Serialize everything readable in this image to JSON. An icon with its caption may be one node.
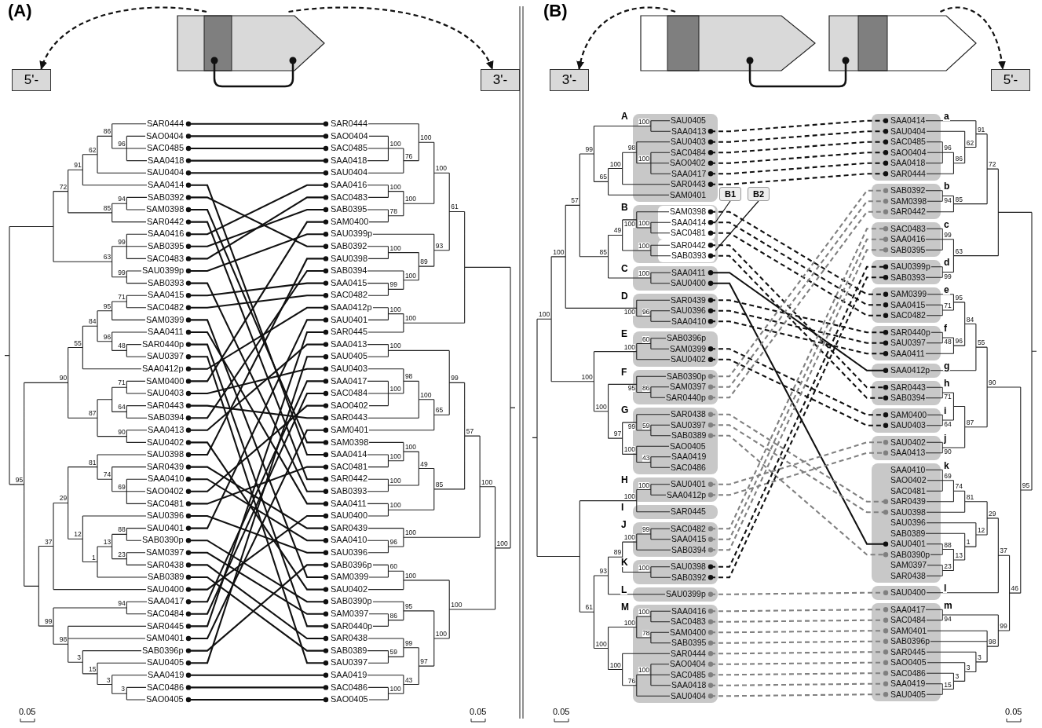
{
  "diagram": {
    "nodes": [
      {
        "text": [
          "5'-"
        ]
      },
      {
        "text": [],
        "shape": "picture"
      },
      {
        "text": [
          "3'-"
        ]
      },
      {
        "text": [
          "3'-"
        ]
      },
      {
        "text": [],
        "shape": "picture"
      },
      {
        "text": [],
        "shape": "picture"
      },
      {
        "text": [
          "5'-"
        ]
      },
      {
        "text": [
          "SAR0444"
        ]
      },
      {
        "text": [
          "SAO0404"
        ]
      },
      {
        "text": [
          "SAC0485"
        ]
      },
      {
        "text": [
          "SAA0418"
        ]
      },
      {
        "text": [
          "SAU0404"
        ]
      },
      {
        "text": [
          "SAA0414"
        ]
      },
      {
        "text": [
          "SAB0392"
        ]
      },
      {
        "text": [
          "SAM0398"
        ]
      },
      {
        "text": [
          "SAR0442"
        ]
      },
      {
        "text": [
          "SAA0416"
        ]
      },
      {
        "text": [
          "SAB0395"
        ]
      },
      {
        "text": [
          "SAC0483"
        ]
      },
      {
        "text": [
          "SAU0399p"
        ]
      },
      {
        "text": [
          "SAB0393"
        ]
      },
      {
        "text": [
          "SAA0415"
        ]
      },
      {
        "text": [
          "SAC0482"
        ]
      },
      {
        "text": [
          "SAM0399"
        ]
      },
      {
        "text": [
          "SAA0411"
        ]
      },
      {
        "text": [
          "SAR0440p"
        ]
      },
      {
        "text": [
          "SAU0397"
        ]
      },
      {
        "text": [
          "SAA0412p"
        ]
      },
      {
        "text": [
          "SAM0400"
        ]
      },
      {
        "text": [
          "SAU0403"
        ]
      },
      {
        "text": [
          "SAR0443"
        ]
      },
      {
        "text": [
          "SAB0394"
        ]
      },
      {
        "text": [
          "SAA0413"
        ]
      },
      {
        "text": [
          "SAU0402"
        ]
      },
      {
        "text": [
          "SAU0398"
        ]
      },
      {
        "text": [
          "SAR0439"
        ]
      },
      {
        "text": [
          "SAA0410"
        ]
      },
      {
        "text": [
          "SAO0402"
        ]
      },
      {
        "text": [
          "SAC0481"
        ]
      },
      {
        "text": [
          "SAU0396"
        ]
      },
      {
        "text": [
          "SAU0401"
        ]
      },
      {
        "text": [
          "SAB0390p"
        ]
      },
      {
        "text": [
          "SAM0397"
        ]
      },
      {
        "text": [
          "SAR0438"
        ]
      },
      {
        "text": [
          "SAB0389"
        ]
      },
      {
        "text": [
          "SAU0400"
        ]
      },
      {
        "text": [
          "SAA0417"
        ]
      },
      {
        "text": [
          "SAC0484"
        ]
      },
      {
        "text": [
          "SAR0445"
        ]
      },
      {
        "text": [
          "SAM0401"
        ]
      },
      {
        "text": [
          "SAB0396p"
        ]
      },
      {
        "text": [
          "SAU0405"
        ]
      },
      {
        "text": [
          "SAA0419"
        ]
      },
      {
        "text": [
          "SAC0486"
        ]
      },
      {
        "text": [
          "SAO0405"
        ]
      },
      {
        "text": [
          "SAR0444"
        ]
      },
      {
        "text": [
          "SAO0404"
        ]
      },
      {
        "text": [
          "SAC0485"
        ]
      },
      {
        "text": [
          "SAA0418"
        ]
      },
      {
        "text": [
          "SAU0404"
        ]
      },
      {
        "text": [
          "SAA0416"
        ]
      },
      {
        "text": [
          "SAC0483"
        ]
      },
      {
        "text": [
          "SAB0395"
        ]
      },
      {
        "text": [
          "SAM0400"
        ]
      },
      {
        "text": [
          "SAU0399p"
        ]
      },
      {
        "text": [
          "SAB0392"
        ]
      },
      {
        "text": [
          "SAU0398"
        ]
      },
      {
        "text": [
          "SAB0394"
        ]
      },
      {
        "text": [
          "SAA0415"
        ]
      },
      {
        "text": [
          "SAC0482"
        ]
      },
      {
        "text": [
          "SAA0412p"
        ]
      },
      {
        "text": [
          "SAU0401"
        ]
      },
      {
        "text": [
          "SAR0445"
        ]
      },
      {
        "text": [
          "SAA0413"
        ]
      },
      {
        "text": [
          "SAU0405"
        ]
      },
      {
        "text": [
          "SAU0403"
        ]
      },
      {
        "text": [
          "SAA0417"
        ]
      },
      {
        "text": [
          "SAC0484"
        ]
      },
      {
        "text": [
          "SAO0402"
        ]
      },
      {
        "text": [
          "SAR0443"
        ]
      },
      {
        "text": [
          "SAM0401"
        ]
      },
      {
        "text": [
          "SAM0398"
        ]
      },
      {
        "text": [
          "SAA0414"
        ]
      },
      {
        "text": [
          "SAC0481"
        ]
      },
      {
        "text": [
          "SAR0442"
        ]
      },
      {
        "text": [
          "SAB0393"
        ]
      },
      {
        "text": [
          "SAA0411"
        ]
      },
      {
        "text": [
          "SAU0400"
        ]
      },
      {
        "text": [
          "SAR0439"
        ]
      },
      {
        "text": [
          "SAA0410"
        ]
      },
      {
        "text": [
          "SAU0396"
        ]
      },
      {
        "text": [
          "SAB0396p"
        ]
      },
      {
        "text": [
          "SAM0399"
        ]
      },
      {
        "text": [
          "SAU0402"
        ]
      },
      {
        "text": [
          "SAB0390p"
        ]
      },
      {
        "text": [
          "SAM0397"
        ]
      },
      {
        "text": [
          "SAR0440p"
        ]
      },
      {
        "text": [
          "SAR0438"
        ]
      },
      {
        "text": [
          "SAB0389"
        ]
      },
      {
        "text": [
          "SAU0397"
        ]
      },
      {
        "text": [
          "SAA0419"
        ]
      },
      {
        "text": [
          "SAC0486"
        ]
      },
      {
        "text": [
          "SAO0405"
        ]
      },
      {
        "text": [
          "A"
        ]
      },
      {
        "text": [
          "SAU0405"
        ],
        "in": 103
      },
      {
        "text": [
          "SAA0413"
        ],
        "in": 103
      },
      {
        "text": [
          "SAU0403"
        ],
        "in": 103
      },
      {
        "text": [
          "SAC0484"
        ],
        "in": 103
      },
      {
        "text": [
          "SAO0402"
        ],
        "in": 103
      },
      {
        "text": [
          "SAA0417"
        ],
        "in": 103
      },
      {
        "text": [
          "SAR0443"
        ],
        "in": 103
      },
      {
        "text": [
          "SAM0401"
        ],
        "in": 103
      },
      {
        "text": [
          "B"
        ]
      },
      {
        "text": [],
        "shape": "box",
        "in": 112
      },
      {
        "text": [
          "SAM0398"
        ],
        "in": 113
      },
      {
        "text": [
          "SAA0414"
        ],
        "in": 113
      },
      {
        "text": [
          "SAC0481"
        ],
        "in": 113
      },
      {
        "text": [],
        "shape": "box",
        "in": 112
      },
      {
        "text": [
          "SAR0442"
        ],
        "in": 117
      },
      {
        "text": [
          "SAB0393"
        ],
        "in": 117
      },
      {
        "text": [
          "C"
        ]
      },
      {
        "text": [
          "SAA0411"
        ],
        "in": 120
      },
      {
        "text": [
          "SAU0400"
        ],
        "in": 120
      },
      {
        "text": [
          "D"
        ]
      },
      {
        "text": [
          "SAR0439"
        ],
        "in": 123
      },
      {
        "text": [
          "SAU0396"
        ],
        "in": 123
      },
      {
        "text": [
          "SAA0410"
        ],
        "in": 123
      },
      {
        "text": [
          "E"
        ]
      },
      {
        "text": [
          "SAB0396p"
        ],
        "in": 127
      },
      {
        "text": [
          "SAM0399"
        ],
        "in": 127
      },
      {
        "text": [
          "SAU0402"
        ],
        "in": 127
      },
      {
        "text": [
          "F"
        ]
      },
      {
        "text": [
          "SAB0390p"
        ],
        "in": 131
      },
      {
        "text": [
          "SAM0397"
        ],
        "in": 131
      },
      {
        "text": [
          "SAR0440p"
        ],
        "in": 131
      },
      {
        "text": [
          "G"
        ]
      },
      {
        "text": [
          "SAR0438"
        ],
        "in": 135
      },
      {
        "text": [
          "SAU0397"
        ],
        "in": 135
      },
      {
        "text": [
          "SAB0389"
        ],
        "in": 135
      },
      {
        "text": [
          "SAO0405"
        ],
        "in": 135
      },
      {
        "text": [
          "SAA0419"
        ],
        "in": 135
      },
      {
        "text": [
          "SAC0486"
        ],
        "in": 135
      },
      {
        "text": [
          "H"
        ]
      },
      {
        "text": [
          "SAU0401"
        ],
        "in": 142
      },
      {
        "text": [
          "SAA0412p"
        ],
        "in": 142
      },
      {
        "text": [
          "I"
        ]
      },
      {
        "text": [
          "SAR0445"
        ],
        "in": 145
      },
      {
        "text": [
          "J"
        ]
      },
      {
        "text": [
          "SAC0482"
        ],
        "in": 147
      },
      {
        "text": [
          "SAA0415"
        ],
        "in": 147
      },
      {
        "text": [
          "SAB0394"
        ],
        "in": 147
      },
      {
        "text": [
          "K"
        ]
      },
      {
        "text": [
          "SAU0398"
        ],
        "in": 151
      },
      {
        "text": [
          "SAB0392"
        ],
        "in": 151
      },
      {
        "text": [
          "L"
        ]
      },
      {
        "text": [
          "SAU0399p"
        ],
        "in": 154
      },
      {
        "text": [
          "M"
        ]
      },
      {
        "text": [
          "SAA0416"
        ],
        "in": 156
      },
      {
        "text": [
          "SAC0483"
        ],
        "in": 156
      },
      {
        "text": [
          "SAM0400"
        ],
        "in": 156
      },
      {
        "text": [
          "SAB0395"
        ],
        "in": 156
      },
      {
        "text": [
          "SAR0444"
        ],
        "in": 156
      },
      {
        "text": [
          "SAO0404"
        ],
        "in": 156
      },
      {
        "text": [
          "SAC0485"
        ],
        "in": 156
      },
      {
        "text": [
          "SAA0418"
        ],
        "in": 156
      },
      {
        "text": [
          "SAU0404"
        ],
        "in": 156
      },
      {
        "text": [
          "B1"
        ]
      },
      {
        "text": [
          "B2"
        ]
      },
      {
        "text": [
          "a"
        ]
      },
      {
        "text": [
          "SAA0414"
        ],
        "in": 168
      },
      {
        "text": [
          "SAU0404"
        ],
        "in": 168
      },
      {
        "text": [
          "SAC0485"
        ],
        "in": 168
      },
      {
        "text": [
          "SAO0404"
        ],
        "in": 168
      },
      {
        "text": [
          "SAA0418"
        ],
        "in": 168
      },
      {
        "text": [
          "SAR0444"
        ],
        "in": 168
      },
      {
        "text": [
          "b"
        ]
      },
      {
        "text": [
          "SAB0392"
        ],
        "in": 175
      },
      {
        "text": [
          "SAM0398"
        ],
        "in": 175
      },
      {
        "text": [
          "SAR0442"
        ],
        "in": 175
      },
      {
        "text": [
          "c"
        ]
      },
      {
        "text": [
          "SAC0483"
        ],
        "in": 179
      },
      {
        "text": [
          "SAA0416"
        ],
        "in": 179
      },
      {
        "text": [
          "SAB0395"
        ],
        "in": 179
      },
      {
        "text": [
          "d"
        ]
      },
      {
        "text": [
          "SAU0399p"
        ],
        "in": 183
      },
      {
        "text": [
          "SAB0393"
        ],
        "in": 183
      },
      {
        "text": [
          "e"
        ]
      },
      {
        "text": [
          "SAM0399"
        ],
        "in": 186
      },
      {
        "text": [
          "SAA0415"
        ],
        "in": 186
      },
      {
        "text": [
          "SAC0482"
        ],
        "in": 186
      },
      {
        "text": [
          "f"
        ]
      },
      {
        "text": [
          "SAR0440p"
        ],
        "in": 190
      },
      {
        "text": [
          "SAU0397"
        ],
        "in": 190
      },
      {
        "text": [
          "SAA0411"
        ],
        "in": 190
      },
      {
        "text": [
          "g"
        ]
      },
      {
        "text": [
          "SAA0412p"
        ],
        "in": 194
      },
      {
        "text": [
          "h"
        ]
      },
      {
        "text": [
          "SAR0443"
        ],
        "in": 196
      },
      {
        "text": [
          "SAB0394"
        ],
        "in": 196
      },
      {
        "text": [
          "i"
        ]
      },
      {
        "text": [
          "SAM0400"
        ],
        "in": 199
      },
      {
        "text": [
          "SAU0403"
        ],
        "in": 199
      },
      {
        "text": [
          "j"
        ]
      },
      {
        "text": [
          "SAU0402"
        ],
        "in": 202
      },
      {
        "text": [
          "SAA0413"
        ],
        "in": 202
      },
      {
        "text": [
          "k"
        ]
      },
      {
        "text": [
          "SAA0410"
        ],
        "in": 205
      },
      {
        "text": [
          "SAO0402"
        ],
        "in": 205
      },
      {
        "text": [
          "SAC0481"
        ],
        "in": 205
      },
      {
        "text": [
          "SAR0439"
        ],
        "in": 205
      },
      {
        "text": [
          "SAU0398"
        ],
        "in": 205
      },
      {
        "text": [
          "SAU0396"
        ],
        "in": 205
      },
      {
        "text": [
          "SAB0389"
        ],
        "in": 205
      },
      {
        "text": [
          "SAU0401"
        ],
        "in": 205
      },
      {
        "text": [
          "SAB0390p"
        ],
        "in": 205
      },
      {
        "text": [
          "SAM0397"
        ],
        "in": 205
      },
      {
        "text": [
          "SAR0438"
        ],
        "in": 205
      },
      {
        "text": [
          "l"
        ]
      },
      {
        "text": [
          "SAU0400"
        ],
        "in": 217
      },
      {
        "text": [
          "m"
        ]
      },
      {
        "text": [
          "SAA0417"
        ],
        "in": 219
      },
      {
        "text": [
          "SAC0484"
        ],
        "in": 219
      },
      {
        "text": [
          "SAM0401"
        ],
        "in": 219
      },
      {
        "text": [
          "SAB0396p"
        ],
        "in": 219
      },
      {
        "text": [
          "SAR0445"
        ],
        "in": 219
      },
      {
        "text": [
          "SAO0405"
        ],
        "in": 219
      },
      {
        "text": [
          "SAC0486"
        ],
        "in": 219
      },
      {
        "text": [
          "SAA0419"
        ],
        "in": 219
      },
      {
        "text": [
          "SAU0405"
        ],
        "in": 219
      }
    ],
    "edges": [
      {
        "from": 1,
        "to": 0,
        "arrow": "to",
        "style": "dashed"
      },
      {
        "from": 1,
        "to": 2,
        "arrow": "to",
        "style": "dashed"
      },
      {
        "from": 4,
        "to": 3,
        "arrow": "to",
        "style": "dashed"
      },
      {
        "from": 5,
        "to": 6,
        "arrow": "to",
        "style": "dashed"
      },
      {
        "from": 4,
        "to": 5,
        "arrow": "none"
      },
      {
        "from": 7,
        "to": 55,
        "arrow": "other"
      },
      {
        "from": 8,
        "to": 56,
        "arrow": "other"
      },
      {
        "from": 9,
        "to": 57,
        "arrow": "other"
      },
      {
        "from": 10,
        "to": 58,
        "arrow": "other"
      },
      {
        "from": 11,
        "to": 59,
        "arrow": "other"
      },
      {
        "from": 12,
        "to": 82,
        "arrow": "other"
      },
      {
        "from": 13,
        "to": 65,
        "arrow": "other"
      },
      {
        "from": 14,
        "to": 81,
        "arrow": "other"
      },
      {
        "from": 15,
        "to": 84,
        "arrow": "other"
      },
      {
        "from": 16,
        "to": 60,
        "arrow": "other"
      },
      {
        "from": 17,
        "to": 62,
        "arrow": "other"
      },
      {
        "from": 18,
        "to": 61,
        "arrow": "other"
      },
      {
        "from": 19,
        "to": 64,
        "arrow": "other"
      },
      {
        "from": 20,
        "to": 85,
        "arrow": "other"
      },
      {
        "from": 21,
        "to": 68,
        "arrow": "other"
      },
      {
        "from": 22,
        "to": 69,
        "arrow": "other"
      },
      {
        "from": 23,
        "to": 92,
        "arrow": "other"
      },
      {
        "from": 24,
        "to": 86,
        "arrow": "other"
      },
      {
        "from": 25,
        "to": 96,
        "arrow": "other"
      },
      {
        "from": 26,
        "to": 99,
        "arrow": "other"
      },
      {
        "from": 27,
        "to": 70,
        "arrow": "other"
      },
      {
        "from": 28,
        "to": 63,
        "arrow": "other"
      },
      {
        "from": 29,
        "to": 75,
        "arrow": "other"
      },
      {
        "from": 30,
        "to": 79,
        "arrow": "other"
      },
      {
        "from": 31,
        "to": 67,
        "arrow": "other"
      },
      {
        "from": 32,
        "to": 73,
        "arrow": "other"
      },
      {
        "from": 33,
        "to": 93,
        "arrow": "other"
      },
      {
        "from": 34,
        "to": 66,
        "arrow": "other"
      },
      {
        "from": 35,
        "to": 88,
        "arrow": "other"
      },
      {
        "from": 36,
        "to": 89,
        "arrow": "other"
      },
      {
        "from": 37,
        "to": 78,
        "arrow": "other"
      },
      {
        "from": 38,
        "to": 83,
        "arrow": "other"
      },
      {
        "from": 39,
        "to": 90,
        "arrow": "other"
      },
      {
        "from": 40,
        "to": 71,
        "arrow": "other"
      },
      {
        "from": 41,
        "to": 94,
        "arrow": "other"
      },
      {
        "from": 42,
        "to": 95,
        "arrow": "other"
      },
      {
        "from": 43,
        "to": 97,
        "arrow": "other"
      },
      {
        "from": 44,
        "to": 98,
        "arrow": "other"
      },
      {
        "from": 45,
        "to": 87,
        "arrow": "other"
      },
      {
        "from": 46,
        "to": 76,
        "arrow": "other"
      },
      {
        "from": 47,
        "to": 77,
        "arrow": "other"
      },
      {
        "from": 48,
        "to": 72,
        "arrow": "other"
      },
      {
        "from": 49,
        "to": 80,
        "arrow": "other"
      },
      {
        "from": 50,
        "to": 91,
        "arrow": "other"
      },
      {
        "from": 51,
        "to": 74,
        "arrow": "other"
      },
      {
        "from": 52,
        "to": 100,
        "arrow": "other"
      },
      {
        "from": 53,
        "to": 101,
        "arrow": "other"
      },
      {
        "from": 54,
        "to": 102,
        "arrow": "other"
      },
      {
        "from": 105,
        "to": 169,
        "arrow": "other",
        "style": "dashed"
      },
      {
        "from": 106,
        "to": 170,
        "arrow": "other",
        "style": "dashed"
      },
      {
        "from": 107,
        "to": 171,
        "arrow": "other",
        "style": "dashed"
      },
      {
        "from": 108,
        "to": 172,
        "arrow": "other",
        "style": "dashed"
      },
      {
        "from": 109,
        "to": 173,
        "arrow": "other",
        "style": "dashed"
      },
      {
        "from": 110,
        "to": 174,
        "arrow": "other",
        "style": "dashed"
      },
      {
        "from": 114,
        "to": 187,
        "arrow": "other",
        "style": "dashed"
      },
      {
        "from": 115,
        "to": 188,
        "arrow": "other",
        "style": "dashed"
      },
      {
        "from": 116,
        "to": 189,
        "arrow": "other",
        "style": "dashed"
      },
      {
        "from": 118,
        "to": 197,
        "arrow": "other",
        "style": "dashed"
      },
      {
        "from": 119,
        "to": 198,
        "arrow": "other",
        "style": "dashed"
      },
      {
        "from": 121,
        "to": 195,
        "arrow": "other"
      },
      {
        "from": 122,
        "to": 213,
        "arrow": "other"
      },
      {
        "from": 124,
        "to": 191,
        "arrow": "other",
        "style": "dashed"
      },
      {
        "from": 125,
        "to": 192,
        "arrow": "other",
        "style": "dashed"
      },
      {
        "from": 126,
        "to": 193,
        "arrow": "other",
        "style": "dashed"
      },
      {
        "from": 129,
        "to": 200,
        "arrow": "other",
        "style": "dashed"
      },
      {
        "from": 130,
        "to": 201,
        "arrow": "other",
        "style": "dashed"
      },
      {
        "from": 132,
        "to": 176,
        "arrow": "other",
        "style": "dashed",
        "color": "#808080"
      },
      {
        "from": 133,
        "to": 177,
        "arrow": "other",
        "style": "dashed",
        "color": "#808080"
      },
      {
        "from": 134,
        "to": 178,
        "arrow": "other",
        "style": "dashed",
        "color": "#808080"
      },
      {
        "from": 136,
        "to": 209,
        "arrow": "other",
        "style": "dashed",
        "color": "#808080"
      },
      {
        "from": 137,
        "to": 210,
        "arrow": "other",
        "style": "dashed",
        "color": "#808080"
      },
      {
        "from": 138,
        "to": 214,
        "arrow": "other",
        "style": "dashed",
        "color": "#808080"
      },
      {
        "from": 143,
        "to": 203,
        "arrow": "other",
        "style": "dashed",
        "color": "#808080"
      },
      {
        "from": 144,
        "to": 204,
        "arrow": "other",
        "style": "dashed",
        "color": "#808080"
      },
      {
        "from": 148,
        "to": 180,
        "arrow": "other",
        "style": "dashed",
        "color": "#808080"
      },
      {
        "from": 149,
        "to": 181,
        "arrow": "other",
        "style": "dashed",
        "color": "#808080"
      },
      {
        "from": 150,
        "to": 182,
        "arrow": "other",
        "style": "dashed",
        "color": "#808080"
      },
      {
        "from": 152,
        "to": 184,
        "arrow": "other",
        "style": "dashed"
      },
      {
        "from": 153,
        "to": 185,
        "arrow": "other",
        "style": "dashed"
      },
      {
        "from": 155,
        "to": 218,
        "arrow": "other",
        "style": "dashed",
        "color": "#808080"
      },
      {
        "from": 157,
        "to": 220,
        "arrow": "other",
        "style": "dashed",
        "color": "#808080"
      },
      {
        "from": 158,
        "to": 221,
        "arrow": "other",
        "style": "dashed",
        "color": "#808080"
      },
      {
        "from": 159,
        "to": 222,
        "arrow": "other",
        "style": "dashed",
        "color": "#808080"
      },
      {
        "from": 160,
        "to": 223,
        "arrow": "other",
        "style": "dashed",
        "color": "#808080"
      },
      {
        "from": 161,
        "to": 224,
        "arrow": "other",
        "style": "dashed",
        "color": "#808080"
      },
      {
        "from": 162,
        "to": 225,
        "arrow": "other",
        "style": "dashed",
        "color": "#808080"
      },
      {
        "from": 163,
        "to": 226,
        "arrow": "other",
        "style": "dashed",
        "color": "#808080"
      },
      {
        "from": 164,
        "to": 227,
        "arrow": "other",
        "style": "dashed",
        "color": "#808080"
      },
      {
        "from": 165,
        "to": 228,
        "arrow": "other",
        "style": "dashed",
        "color": "#808080"
      },
      {
        "from": 166,
        "to": 113,
        "arrow": "none"
      },
      {
        "from": 167,
        "to": 117,
        "arrow": "none"
      }
    ],
    "labels": [
      "(A)",
      "(B)",
      "86",
      "96",
      "62",
      "91",
      "72",
      "94",
      "85",
      "99",
      "63",
      "99",
      "71",
      "95",
      "84",
      "96",
      "48",
      "55",
      "90",
      "71",
      "64",
      "87",
      "90",
      "95",
      "81",
      "74",
      "69",
      "29",
      "12",
      "88",
      "13",
      "23",
      "1",
      "37",
      "94",
      "99",
      "98",
      "3",
      "15",
      "3",
      "3",
      "100",
      "100",
      "76",
      "100",
      "100",
      "100",
      "78",
      "61",
      "93",
      "100",
      "89",
      "100",
      "99",
      "100",
      "100",
      "100",
      "98",
      "99",
      "100",
      "100",
      "65",
      "57",
      "100",
      "100",
      "49",
      "100",
      "85",
      "100",
      "100",
      "100",
      "96",
      "100",
      "60",
      "100",
      "95",
      "100",
      "86",
      "100",
      "99",
      "59",
      "97",
      "43",
      "100",
      "100",
      "99",
      "98",
      "100",
      "100",
      "65",
      "57",
      "100",
      "100",
      "49",
      "100",
      "85",
      "100",
      "100",
      "100",
      "96",
      "100",
      "60",
      "100",
      "100",
      "95",
      "86",
      "100",
      "99",
      "59",
      "97",
      "100",
      "43",
      "100",
      "100",
      "99",
      "100",
      "89",
      "100",
      "93",
      "61",
      "100",
      "100",
      "78",
      "100",
      "100",
      "100",
      "76",
      "91",
      "62",
      "96",
      "86",
      "72",
      "94",
      "85",
      "99",
      "63",
      "99",
      "95",
      "71",
      "84",
      "48",
      "96",
      "55",
      "90",
      "71",
      "64",
      "87",
      "90",
      "95",
      "69",
      "74",
      "81",
      "29",
      "12",
      "1",
      "88",
      "13",
      "23",
      "37",
      "46",
      "94",
      "99",
      "98",
      "3",
      "3",
      "3",
      "15",
      "0.05",
      "0.05",
      "0.05",
      "0.05"
    ]
  }
}
